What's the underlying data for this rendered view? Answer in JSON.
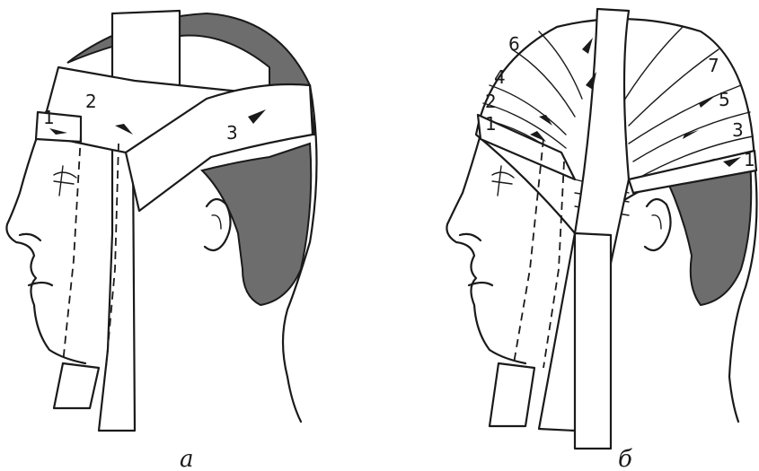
{
  "figures": [
    {
      "caption": "а",
      "turns": [
        "1",
        "2",
        "3"
      ]
    },
    {
      "caption": "б",
      "turns_left": [
        "6",
        "4",
        "2",
        "1"
      ],
      "turns_right": [
        "7",
        "5",
        "3",
        "1"
      ]
    }
  ]
}
